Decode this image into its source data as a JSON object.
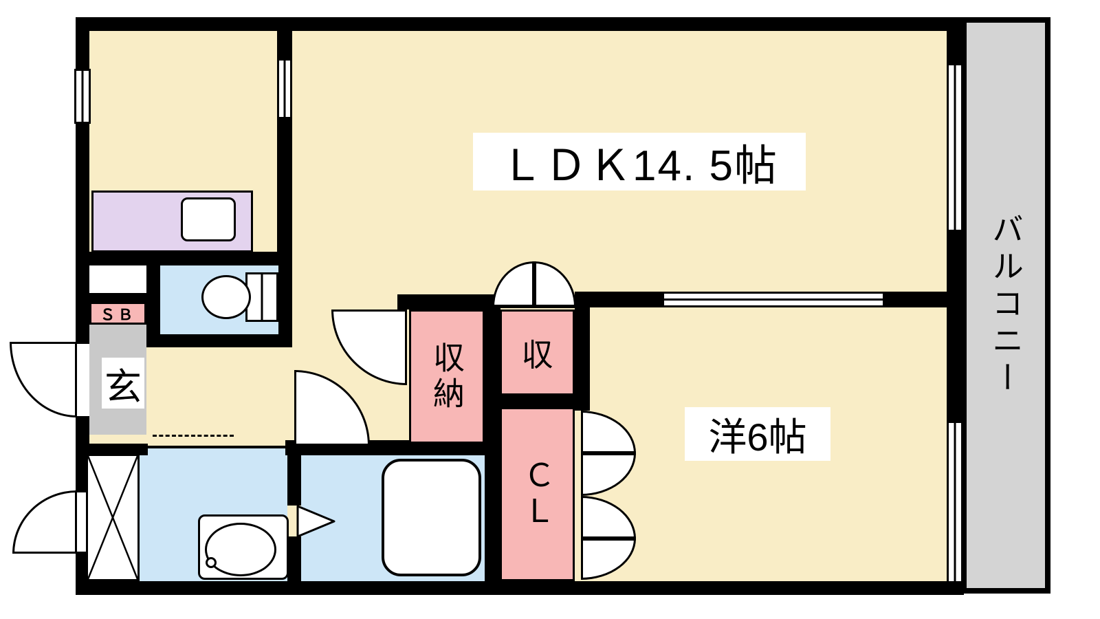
{
  "floorplan": {
    "rooms": {
      "ldk": {
        "label": "ＬＤＫ14. 5帖"
      },
      "western": {
        "label": "洋6帖"
      },
      "balcony": {
        "label": "バルコニー"
      },
      "entrance": {
        "label": "玄"
      },
      "shoe_box": {
        "label": "ＳＢ"
      },
      "storage": {
        "label": "収納"
      },
      "storage_small": {
        "label": "収"
      },
      "closet": {
        "label": "ＣＬ"
      }
    },
    "colors": {
      "wall": "#000000",
      "floor": "#F9EDC6",
      "wet_area": "#CDE6F7",
      "storage_fill": "#F8B7B6",
      "kitchen_counter": "#E3D3EE",
      "entrance_floor": "#C9C9C9",
      "balcony_floor": "#D4D4D4",
      "background": "#FFFFFF"
    }
  }
}
